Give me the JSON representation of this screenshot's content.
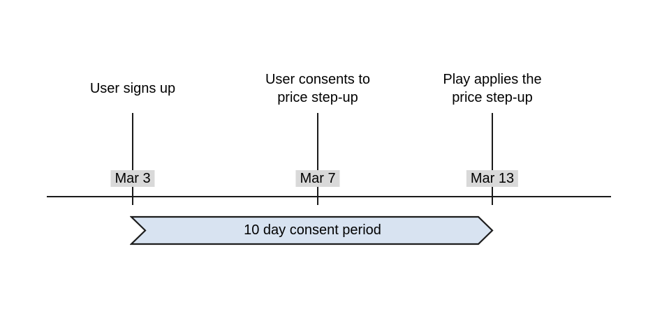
{
  "diagram": {
    "type": "timeline",
    "background": "#ffffff",
    "line_color": "#1a1a1a",
    "date_label_bg": "#d9d9d9",
    "events": [
      {
        "title_line1": "User signs up",
        "title_line2": "",
        "date": "Mar 3"
      },
      {
        "title_line1": "User consents to",
        "title_line2": "price step-up",
        "date": "Mar 7"
      },
      {
        "title_line1": "Play applies the",
        "title_line2": "price step-up",
        "date": "Mar 13"
      }
    ],
    "banner": {
      "label": "10 day consent period",
      "fill": "#d8e3f1",
      "border": "#1c1c1c",
      "from_date": "Mar 3",
      "to_date": "Mar 13"
    }
  }
}
